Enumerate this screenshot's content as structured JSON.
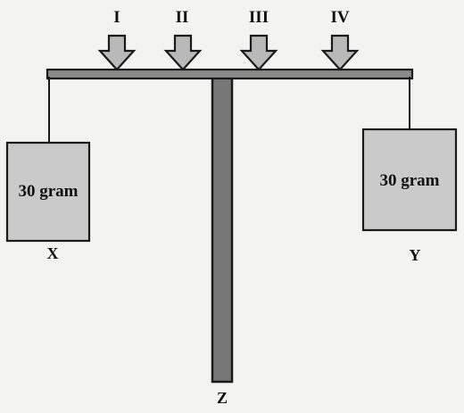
{
  "arrows": [
    {
      "label": "I"
    },
    {
      "label": "II"
    },
    {
      "label": "III"
    },
    {
      "label": "IV"
    }
  ],
  "left_mass": {
    "label": "30 gram",
    "name": "X"
  },
  "right_mass": {
    "label": "30 gram",
    "name": "Y"
  },
  "stand": {
    "name": "Z"
  },
  "colors": {
    "background": "#f3f3f1",
    "beam": "#8a8a8a",
    "stand": "#777777",
    "box_fill": "#cacaca",
    "arrow_fill": "#b9b9b9",
    "stroke": "#1a1a1a"
  }
}
